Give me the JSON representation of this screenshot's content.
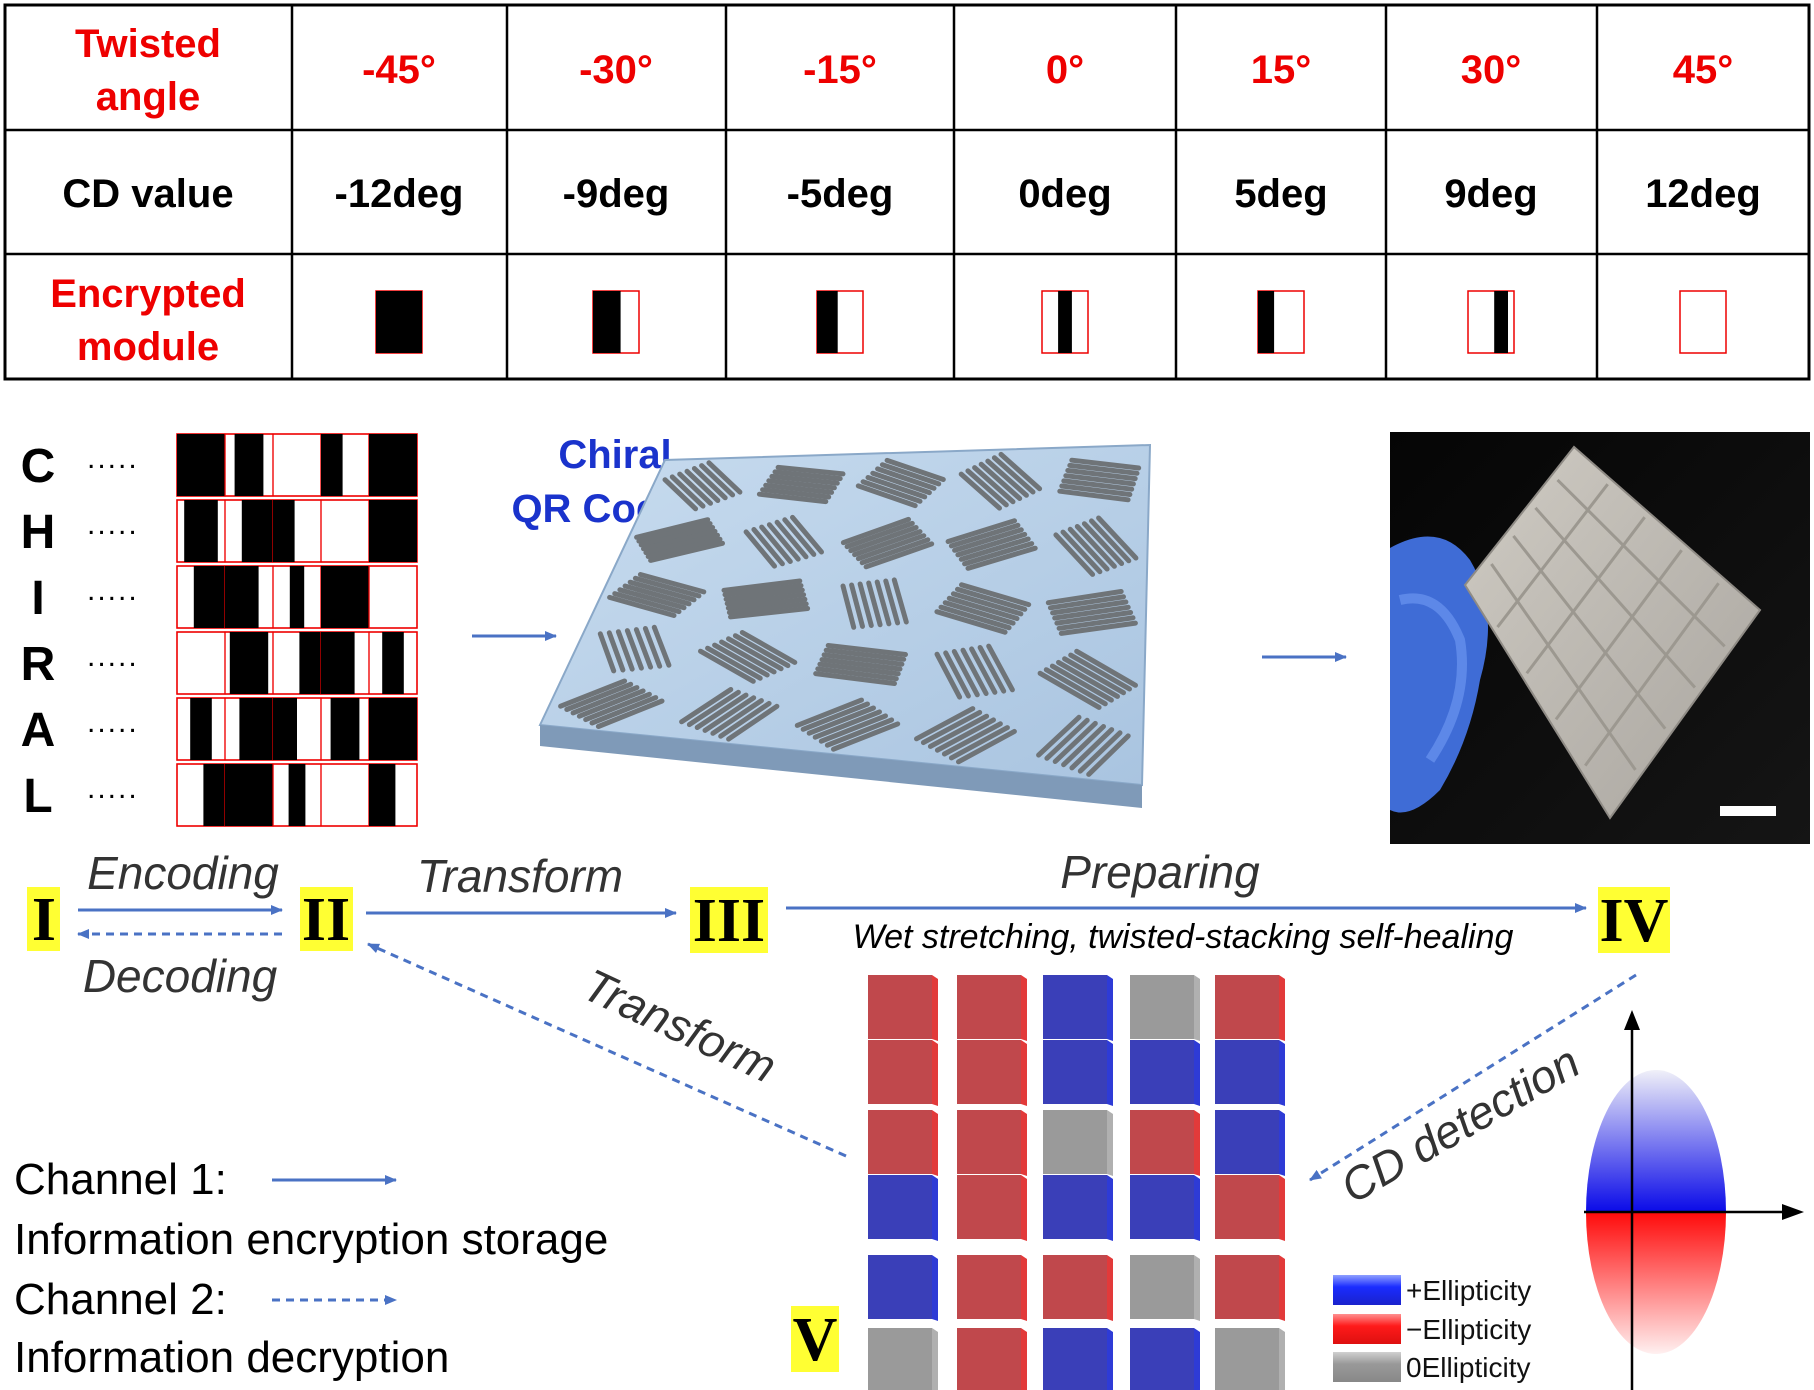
{
  "table": {
    "rows": [
      {
        "header": [
          "Twisted",
          "angle"
        ],
        "header_color": "red",
        "values": [
          "-45°",
          "-30°",
          "-15°",
          "0°",
          "15°",
          "30°",
          "45°"
        ],
        "value_color": "red"
      },
      {
        "header": [
          "CD value"
        ],
        "header_color": "black",
        "values": [
          "-12deg",
          "-9deg",
          "-5deg",
          "0deg",
          "5deg",
          "9deg",
          "12deg"
        ],
        "value_color": "black"
      },
      {
        "header": [
          "Encrypted",
          "module"
        ],
        "header_color": "red",
        "modules": [
          1.0,
          0.6,
          0.45,
          0.3,
          0.35,
          0.3,
          0.0
        ]
      }
    ]
  },
  "letters": [
    "C",
    "H",
    "I",
    "R",
    "A",
    "L"
  ],
  "dots": ".....",
  "qr_title": [
    "Chiral",
    "QR Code"
  ],
  "stages": {
    "s1": "I",
    "s2": "II",
    "s3": "III",
    "s4": "IV",
    "s5": "V"
  },
  "labels": {
    "encoding": "Encoding",
    "decoding": "Decoding",
    "transform_top": "Transform",
    "preparing": "Preparing",
    "preparing_sub": "Wet stretching, twisted-stacking self-healing",
    "transform_diag": "Transform",
    "cd_detection": "CD detection"
  },
  "channels": {
    "c1": "Channel 1:",
    "c1_desc": "Information encryption storage",
    "c2": "Channel 2:",
    "c2_desc": "Information decryption"
  },
  "legend": [
    "+Ellipticity",
    "−Ellipticity",
    "0Ellipticity"
  ],
  "cube_grid": [
    [
      "red",
      "red",
      "blue",
      "gray",
      "red"
    ],
    [
      "red",
      "red",
      "blue",
      "blue",
      "blue"
    ],
    [
      "red",
      "red",
      "gray",
      "red",
      "blue"
    ],
    [
      "blue",
      "red",
      "blue",
      "blue",
      "red"
    ],
    [
      "blue",
      "red",
      "red",
      "gray",
      "red"
    ],
    [
      "gray",
      "red",
      "blue",
      "blue",
      "gray"
    ]
  ],
  "colors": {
    "red": "#ee0000",
    "blue": "#4a6fc4",
    "cube_red": "#c0484c",
    "cube_blue": "#3a3fb8",
    "cube_gray": "#9a9a9a",
    "highlight": "#ffff33"
  }
}
